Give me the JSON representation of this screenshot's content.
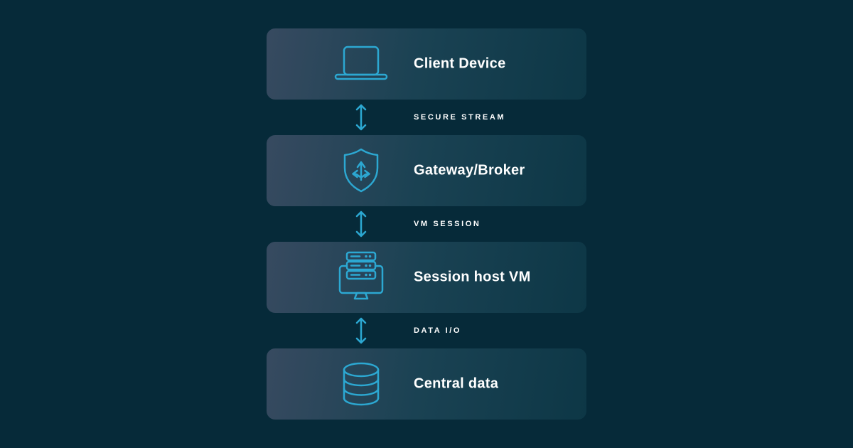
{
  "page": {
    "background_color": "#062a39",
    "accent_color": "#2ca8d2",
    "text_color": "#ffffff",
    "card_gradient_left": "#374a60",
    "card_gradient_right": "#0d3746"
  },
  "diagram": {
    "nodes": [
      {
        "id": "client-device",
        "label": "Client Device",
        "icon": "laptop-icon"
      },
      {
        "id": "gateway-broker",
        "label": "Gateway/Broker",
        "icon": "shield-route-icon"
      },
      {
        "id": "session-host-vm",
        "label": "Session host VM",
        "icon": "server-monitor-icon"
      },
      {
        "id": "central-data",
        "label": "Central data",
        "icon": "database-icon"
      }
    ],
    "connectors": [
      {
        "label": "SECURE STREAM",
        "icon": "double-arrow-icon"
      },
      {
        "label": "VM SESSION",
        "icon": "double-arrow-icon"
      },
      {
        "label": "DATA I/O",
        "icon": "double-arrow-icon"
      }
    ]
  }
}
